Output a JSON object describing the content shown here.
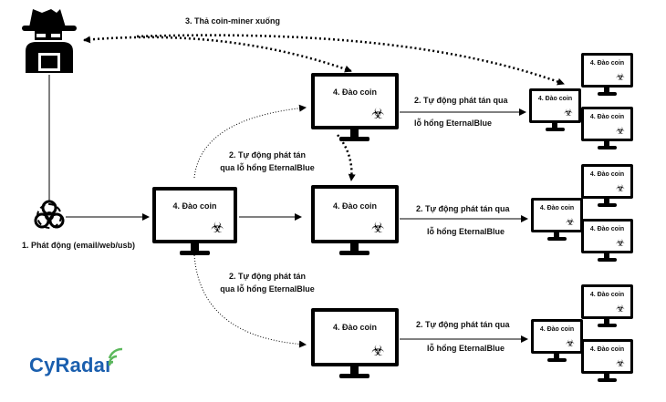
{
  "step1_label": "1.   Phát động  (email/web/usb)",
  "step3_label": "3. Thả coin-miner xuống",
  "mine_label": "4. Đào coin",
  "spread_top_line1": "2. Tự động phát tán qua",
  "spread_top_line2": "lỗ hổng EternalBlue",
  "spread_diag_up_line1": "2. Tự động phát tán",
  "spread_diag_up_line2": "qua lỗ hổng EternalBlue",
  "spread_mid_line1": "2. Tự động phát tán qua",
  "spread_mid_line2": "lỗ hổng EternalBlue",
  "spread_diag_down_line1": "2. Tự động phát tán",
  "spread_diag_down_line2": "qua lỗ hổng EternalBlue",
  "spread_bot_line1": "2. Tự động phát tán qua",
  "spread_bot_line2": "lỗ hổng EternalBlue",
  "logo_text": "CyRadar",
  "colors": {
    "ink": "#000000",
    "logo_blue": "#1b5fae",
    "logo_green": "#5cb85c"
  },
  "icons": [
    "hacker-icon",
    "biohazard-icon",
    "monitor-icon",
    "wifi-waves-icon"
  ]
}
